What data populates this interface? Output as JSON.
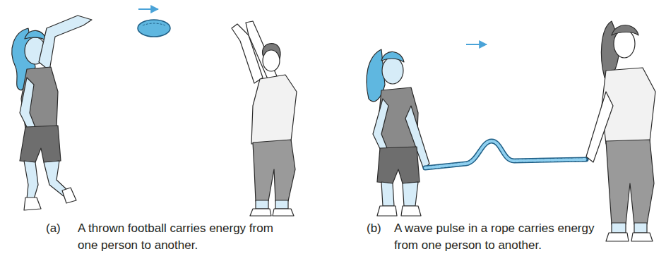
{
  "diagram": {
    "labels": [
      "(a)",
      "A thrown football carries energy from one person to another.",
      "(b)",
      "A wave pulse in a rope carries energy from one person to another."
    ]
  }
}
